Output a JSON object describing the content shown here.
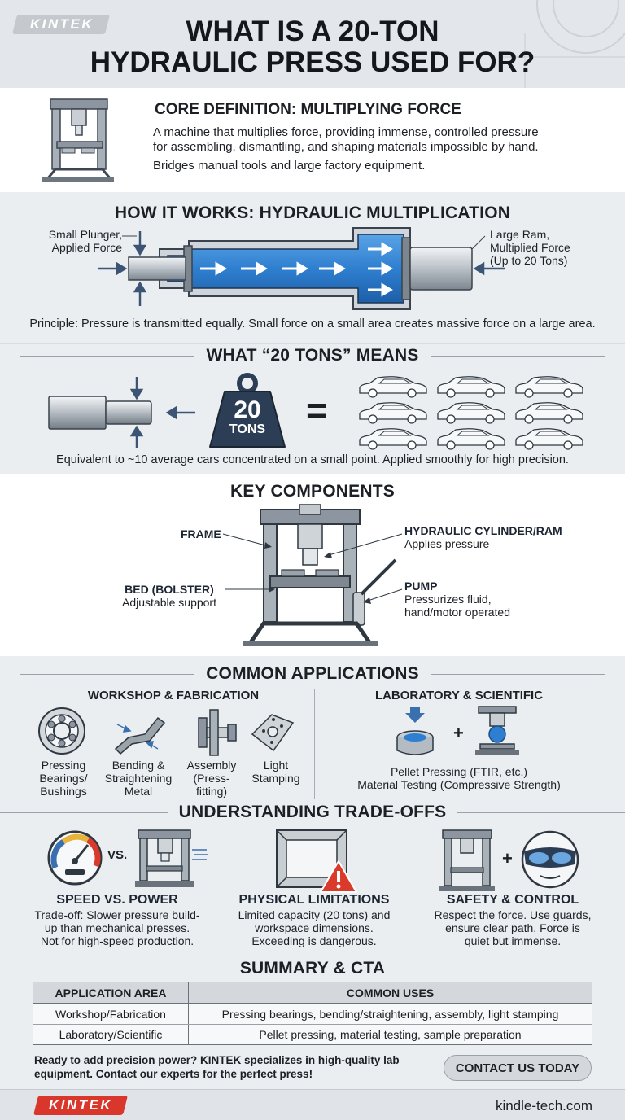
{
  "header": {
    "logo": "KINTEK",
    "title_line1": "WHAT IS A 20-TON",
    "title_line2": "HYDRAULIC PRESS USED FOR?"
  },
  "core": {
    "heading": "CORE DEFINITION: MULTIPLYING FORCE",
    "text_line1": "A machine that multiplies force, providing immense, controlled pressure",
    "text_line2": "for assembling, dismantling, and shaping materials impossible by hand.",
    "text_line3": "Bridges manual tools and large factory equipment."
  },
  "how": {
    "heading": "HOW IT WORKS: HYDRAULIC MULTIPLICATION",
    "left_label_line1": "Small Plunger,",
    "left_label_line2": "Applied Force",
    "right_label_line1": "Large Ram,",
    "right_label_line2": "Multiplied Force",
    "right_label_line3": "(Up to 20 Tons)",
    "principle": "Principle: Pressure is transmitted equally. Small force on a small area creates massive force on a large area."
  },
  "tons": {
    "heading": "WHAT “20 TONS” MEANS",
    "weight_number": "20",
    "weight_unit": "TONS",
    "equals": "=",
    "caption": "Equivalent to ~10 average cars concentrated on a small point. Applied smoothly for high precision."
  },
  "components": {
    "heading": "KEY COMPONENTS",
    "frame": "FRAME",
    "bed_title": "BED (BOLSTER)",
    "bed_desc": "Adjustable support",
    "cyl_title": "HYDRAULIC CYLINDER/RAM",
    "cyl_desc": "Applies pressure",
    "pump_title": "PUMP",
    "pump_desc_line1": "Pressurizes fluid,",
    "pump_desc_line2": "hand/motor operated"
  },
  "applications": {
    "heading": "COMMON APPLICATIONS",
    "workshop_heading": "WORKSHOP & FABRICATION",
    "lab_heading": "LABORATORY & SCIENTIFIC",
    "items": [
      {
        "line1": "Pressing",
        "line2": "Bearings/",
        "line3": "Bushings"
      },
      {
        "line1": "Bending &",
        "line2": "Straightening",
        "line3": "Metal"
      },
      {
        "line1": "Assembly",
        "line2": "(Press-",
        "line3": "fitting)"
      },
      {
        "line1": "Light",
        "line2": "Stamping",
        "line3": ""
      }
    ],
    "plus": "+",
    "lab_line1": "Pellet Pressing (FTIR, etc.)",
    "lab_line2": "Material Testing (Compressive Strength)"
  },
  "tradeoffs": {
    "heading": "UNDERSTANDING TRADE-OFFS",
    "vs": "VS.",
    "plus": "+",
    "items": [
      {
        "title": "SPEED VS. POWER",
        "line1": "Trade-off: Slower pressure build-",
        "line2": "up than mechanical presses.",
        "line3": "Not for high-speed production."
      },
      {
        "title": "PHYSICAL LIMITATIONS",
        "line1": "Limited capacity (20 tons) and",
        "line2": "workspace dimensions.",
        "line3": "Exceeding is dangerous."
      },
      {
        "title": "SAFETY & CONTROL",
        "line1": "Respect the force. Use guards,",
        "line2": "ensure clear path. Force is",
        "line3": "quiet but immense."
      }
    ]
  },
  "summary": {
    "heading": "SUMMARY & CTA",
    "col1_header": "APPLICATION AREA",
    "col2_header": "COMMON USES",
    "rows": [
      {
        "area": "Workshop/Fabrication",
        "uses": "Pressing bearings, bending/straightening, assembly, light stamping"
      },
      {
        "area": "Laboratory/Scientific",
        "uses": "Pellet pressing, material testing, sample preparation"
      }
    ],
    "cta_line1": "Ready to add precision power? KINTEK specializes in high-quality lab",
    "cta_line2": "equipment. Contact our experts for the perfect press!",
    "cta_button": "CONTACT US TODAY"
  },
  "footer": {
    "logo": "KINTEK",
    "website": "kindle-tech.com"
  },
  "colors": {
    "brand_red": "#d9362c",
    "fluid_blue": "#2f7fd0",
    "navy": "#2c3e55",
    "warning": "#d93a2b"
  }
}
